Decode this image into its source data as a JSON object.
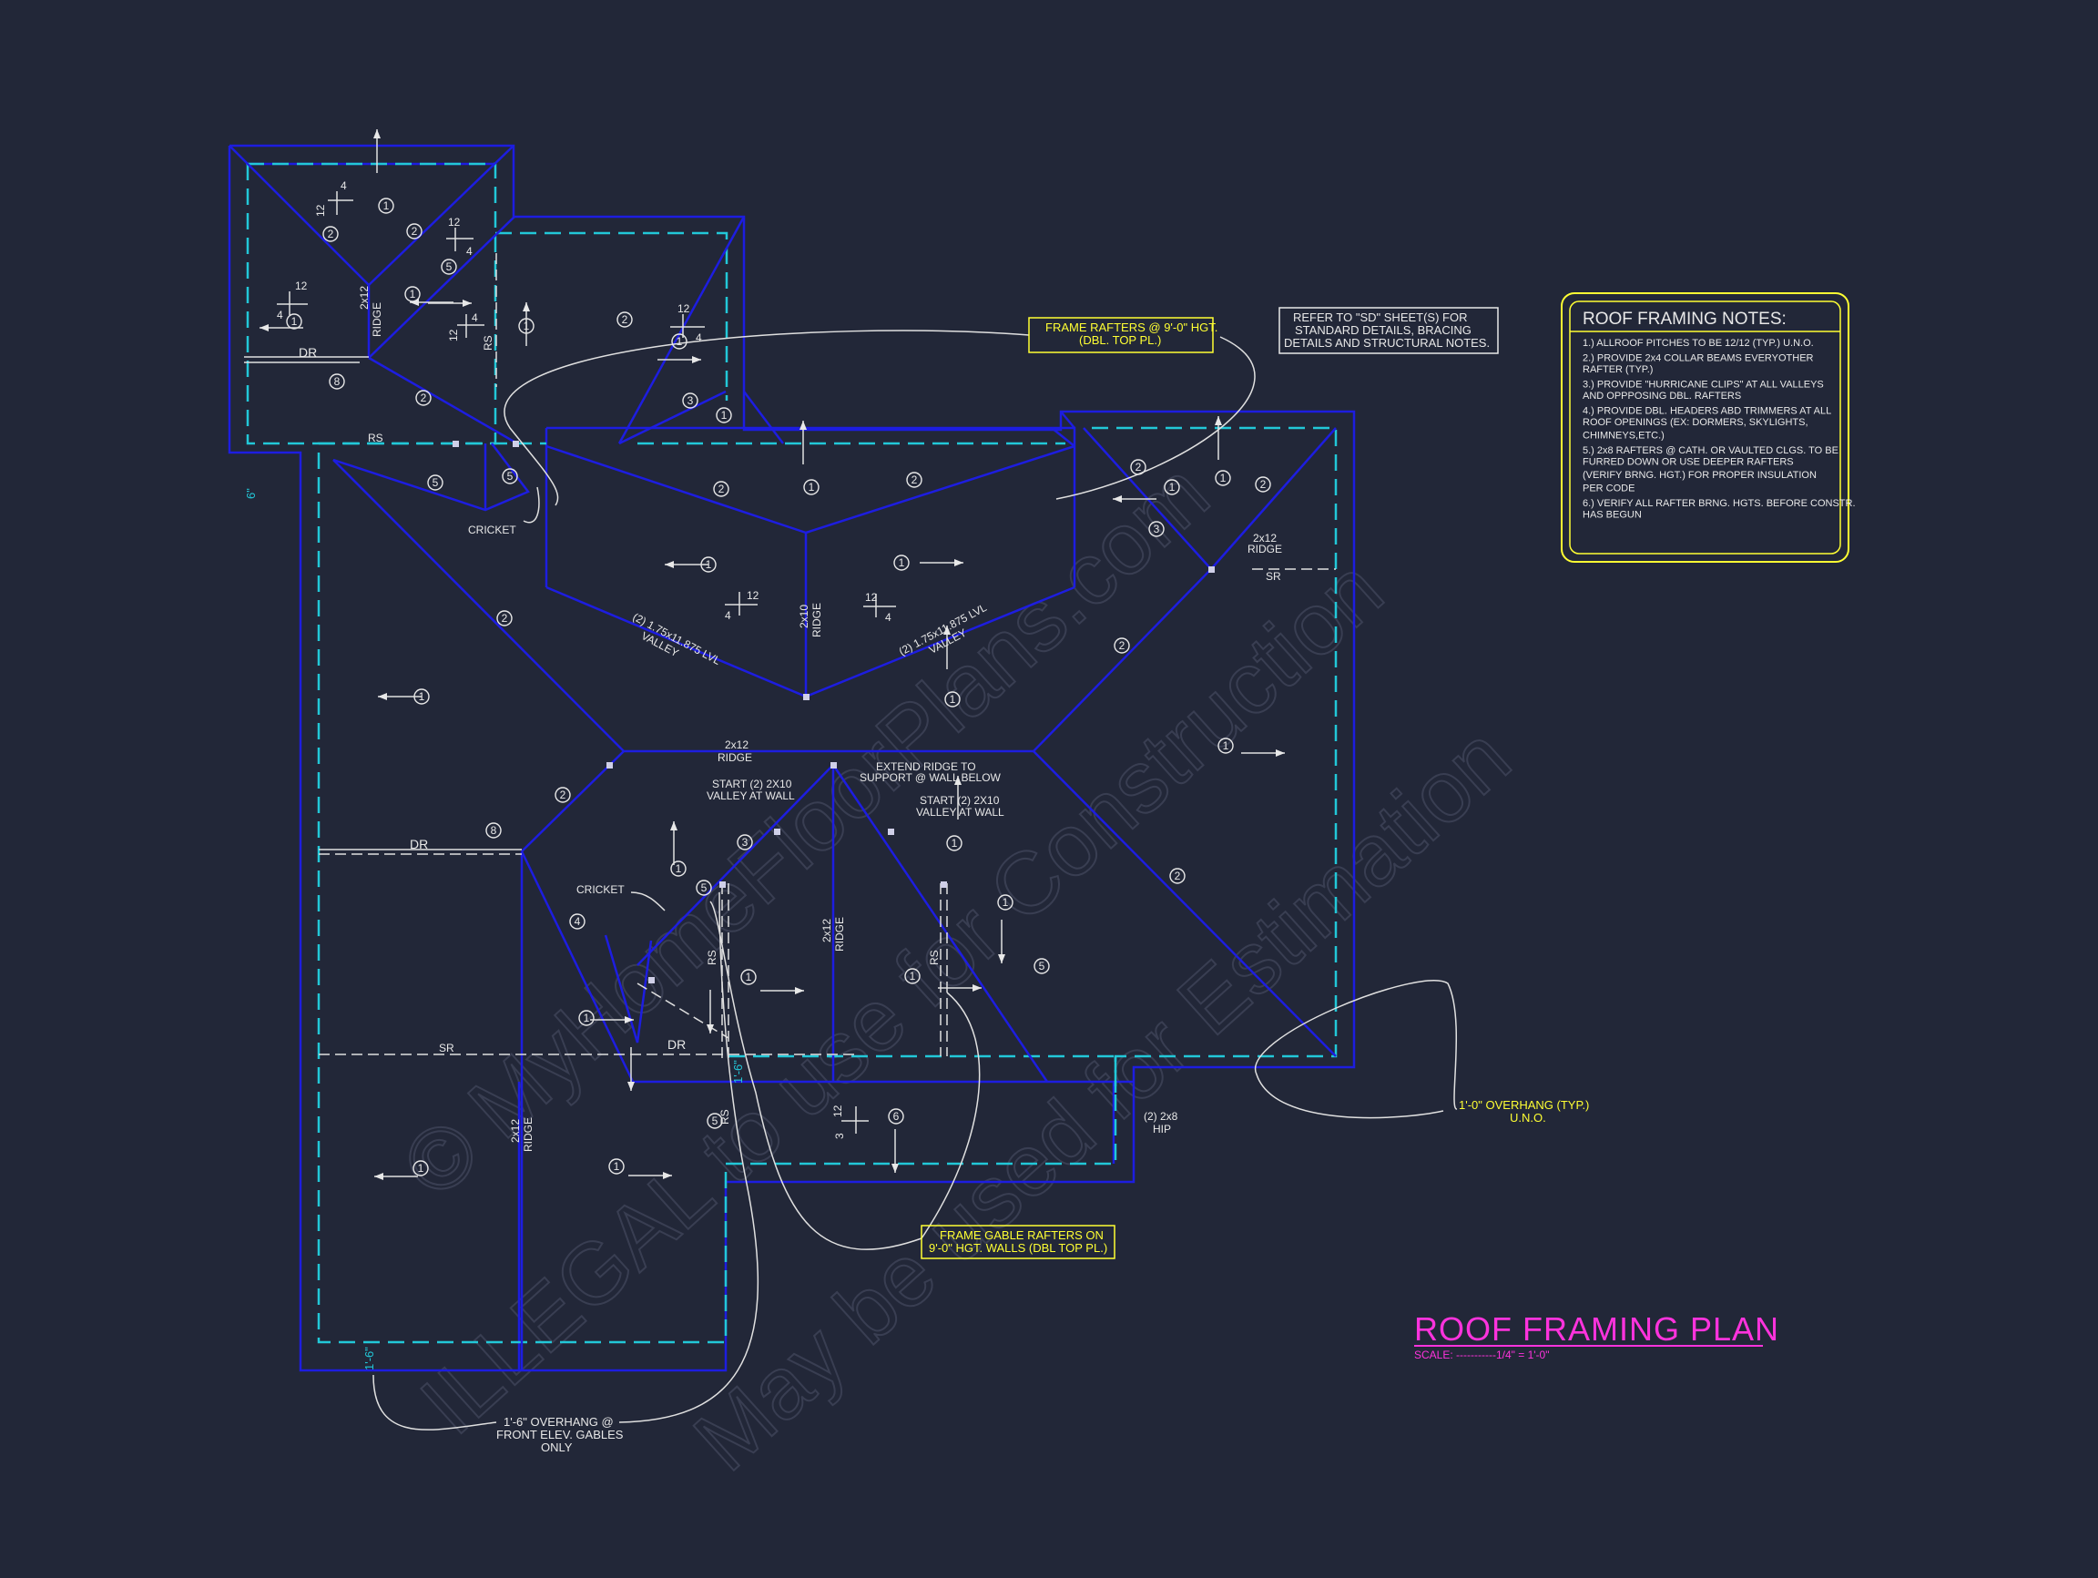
{
  "colors": {
    "background": "#222738",
    "walls": "#1d1de0",
    "overhang": "#22c8d8",
    "annotation": "#e8e8e8",
    "callout": "#ffff33",
    "title": "#ff33dd",
    "watermark": "#3a3f52"
  },
  "watermark": {
    "line1": "© MyHomeFloorPlans.com",
    "line2": "ILLEGAL to use for Construction",
    "line3": "May be used for Estimation"
  },
  "title": {
    "text": "ROOF FRAMING PLAN",
    "scale": "SCALE: -----------1/4\" = 1'-0\""
  },
  "notes": {
    "heading": "ROOF FRAMING NOTES:",
    "items": [
      "1.) ALLROOF PITCHES TO BE  12/12 (TYP.) U.N.O.",
      "2.) PROVIDE 2x4 COLLAR BEAMS EVERYOTHER",
      "     RAFTER (TYP.)",
      "3.) PROVIDE \"HURRICANE CLIPS\" AT ALL VALLEYS",
      "     AND OPPPOSING DBL. RAFTERS",
      "4.) PROVIDE DBL. HEADERS ABD TRIMMERS AT ALL",
      "     ROOF OPENINGS (EX: DORMERS, SKYLIGHTS,",
      "     CHIMNEYS,ETC.)",
      "5.) 2x8 RAFTERS @ CATH. OR VAULTED CLGS. TO BE",
      "     FURRED DOWN OR USE DEEPER RAFTERS",
      "     (VERIFY BRNG. HGT.) FOR PROPER INSULATION",
      "     PER CODE",
      "6.) VERIFY ALL RAFTER BRNG. HGTS. BEFORE CONSTR.",
      "     HAS BEGUN"
    ]
  },
  "callouts": {
    "frame_rafters": [
      "FRAME RAFTERS @ 9'-0\" HGT.",
      "(DBL. TOP PL.)"
    ],
    "refer": [
      "REFER TO \"SD\" SHEET(S) FOR",
      "STANDARD DETAILS, BRACING",
      "DETAILS AND STRUCTURAL NOTES."
    ],
    "frame_gable": [
      "FRAME GABLE RAFTERS ON",
      "9'-0\" HGT. WALLS (DBL TOP PL.)"
    ],
    "overhang_typ": [
      "1'-0\" OVERHANG (TYP.)",
      "U.N.O."
    ],
    "overhang_front": [
      "1'-6\" OVERHANG @",
      "FRONT ELEV. GABLES",
      "ONLY"
    ]
  },
  "labels": {
    "cricket": "CRICKET",
    "dr": "DR",
    "rs": "RS",
    "sr": "SR",
    "ridge_2x12": "2x12",
    "ridge": "RIDGE",
    "ridge_2x10": "2x10",
    "valley_lvl": "(2) 1.75x11.875 LVL",
    "valley": "VALLEY",
    "extend_ridge": [
      "EXTEND RIDGE TO",
      "SUPPORT @ WALL BELOW"
    ],
    "start_valley": [
      "START (2) 2X10",
      "VALLEY AT WALL"
    ],
    "hip": [
      "(2) 2x8",
      "HIP"
    ],
    "pitch_12": "12",
    "pitch_4": "4",
    "pitch_3": "3",
    "dim_6": "6\"",
    "dim_1_6": "1'-6\""
  }
}
